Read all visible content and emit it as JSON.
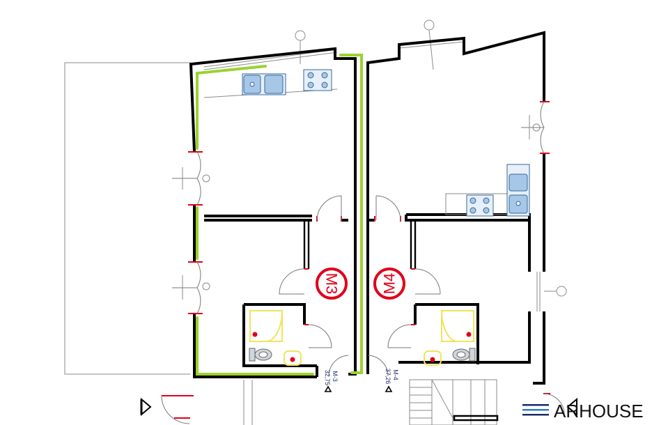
{
  "units": [
    {
      "id": "M3",
      "badge": "M3",
      "label_code": "M-3",
      "label_area": "32,75"
    },
    {
      "id": "M4",
      "badge": "M4",
      "label_code": "M-4",
      "label_area": "37,26"
    }
  ],
  "brand": {
    "text": "ARHOUSE"
  },
  "colors": {
    "wall": "#000000",
    "accent_green": "#9bd22e",
    "badge_red": "#e0001a",
    "fixture_blue": "#35679a",
    "shower_yellow": "#f2e35c"
  },
  "icons": [
    "north-arrow-icon",
    "brand-logo-icon",
    "kitchen-sink-icon",
    "hob-icon",
    "toilet-icon",
    "shower-icon"
  ]
}
